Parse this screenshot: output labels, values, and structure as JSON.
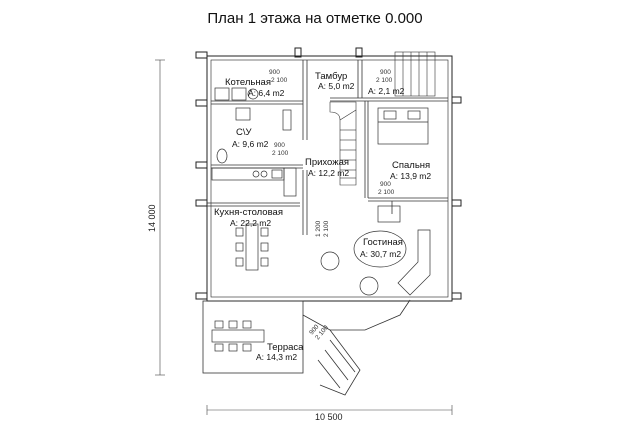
{
  "title": "План 1 этажа на отметке 0.000",
  "dimensions": {
    "width": "10 500",
    "height": "14 000"
  },
  "rooms": {
    "boiler": {
      "name": "Котельная",
      "area": "A: 6,4 m2"
    },
    "vestibule": {
      "name": "Тамбур",
      "area": "A: 5,0 m2"
    },
    "small": {
      "area": "A: 2,1 m2"
    },
    "wc": {
      "name": "С\\У",
      "area": "A: 9,6 m2"
    },
    "hall": {
      "name": "Прихожая",
      "area": "A: 12,2 m2"
    },
    "bedroom": {
      "name": "Спальня",
      "area": "A: 13,9 m2"
    },
    "kitchen": {
      "name": "Кухня-столовая",
      "area": "A: 22,2 m2"
    },
    "living": {
      "name": "Гостиная",
      "area": "A: 30,7 m2"
    },
    "terrace": {
      "name": "Терраса",
      "area": "A: 14,3 m2"
    }
  },
  "door_labels": {
    "d900": "900",
    "d2100": "2 100",
    "d1200": "1 200"
  },
  "colors": {
    "wall": "#222222",
    "line": "#333333",
    "background": "#ffffff"
  }
}
